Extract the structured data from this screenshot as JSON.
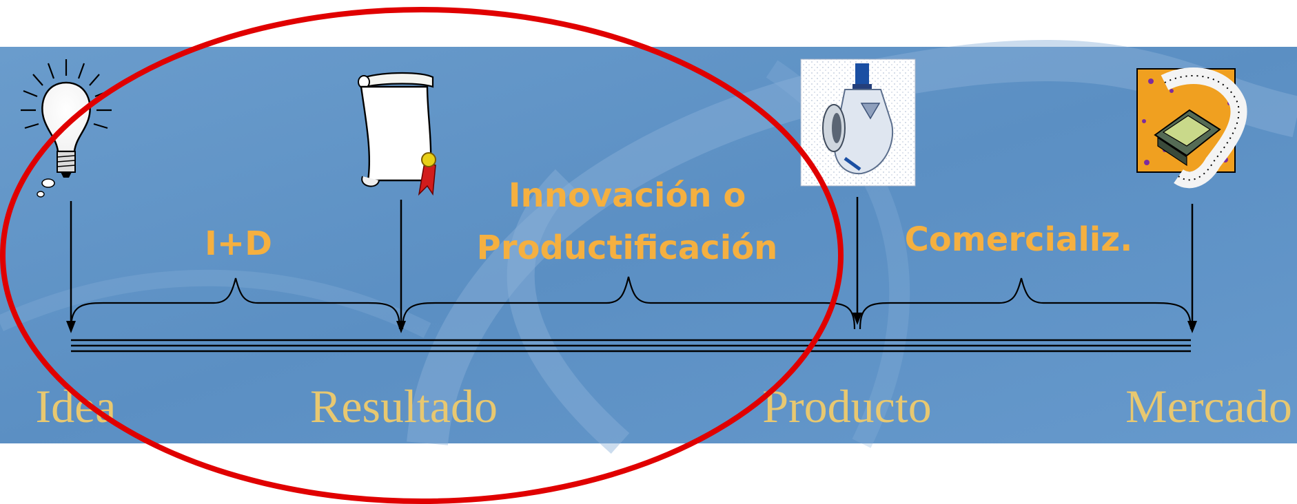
{
  "stages": [
    {
      "label": "Idea",
      "icon": "lightbulb-icon"
    },
    {
      "label": "Resultado",
      "icon": "scroll-certificate-icon"
    },
    {
      "label": "Producto",
      "icon": "product-bottle-icon"
    },
    {
      "label": "Mercado",
      "icon": "cash-register-icon"
    }
  ],
  "phases": {
    "id": "I+D",
    "innovation_line1": "Innovación o",
    "innovation_line2": "Productificación",
    "commercial": "Comercializ."
  },
  "colors": {
    "band": "#5f93c6",
    "band_light": "#8db4dc",
    "stage_text": "#e8c870",
    "phase_text": "#f5b040",
    "arrows": "#000000",
    "highlight": "#e00000"
  }
}
